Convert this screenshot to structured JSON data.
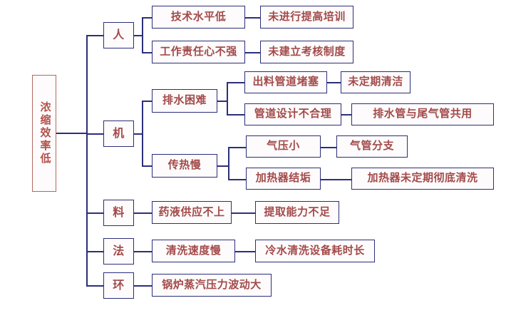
{
  "diagram": {
    "type": "fishbone-tree",
    "title_text": "浓缩效率低",
    "root": {
      "label": "浓缩效率低"
    },
    "categories": [
      {
        "key": "ren",
        "label": "人"
      },
      {
        "key": "ji",
        "label": "机"
      },
      {
        "key": "liao",
        "label": "料"
      },
      {
        "key": "fa",
        "label": "法"
      },
      {
        "key": "huan",
        "label": "环"
      }
    ],
    "nodes": {
      "ren_c1": "技术水平低",
      "ren_c1_d1": "未进行提高培训",
      "ren_c2": "工作责任心不强",
      "ren_c2_d1": "未建立考核制度",
      "ji_c1": "排水困难",
      "ji_c1_d1": "出料管道堵塞",
      "ji_c1_d1_e1": "未定期清洁",
      "ji_c1_d2": "管道设计不合理",
      "ji_c1_d2_e1": "排水管与尾气管共用",
      "ji_c2": "传热慢",
      "ji_c2_d1": "气压小",
      "ji_c2_d1_e1": "气管分支",
      "ji_c2_d2": "加热器结垢",
      "ji_c2_d2_e1": "加热器未定期彻底清洗",
      "liao_c1": "药液供应不上",
      "liao_c1_d1": "提取能力不足",
      "fa_c1": "清洗速度慢",
      "fa_c1_d1": "冷水清洗设备耗时长",
      "huan_c1": "锅炉蒸汽压力波动大"
    },
    "colors": {
      "box_border": "#2b2f7a",
      "root_border": "#b06a5e",
      "text": "#a34a4a",
      "root_text": "#b2504a",
      "background": "#ffffff",
      "connector": "#2b2f7a"
    }
  }
}
